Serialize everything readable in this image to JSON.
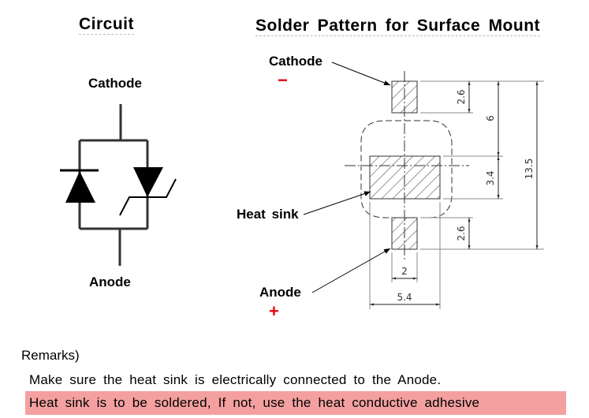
{
  "circuit": {
    "title": "Circuit",
    "cathode_label": "Cathode",
    "anode_label": "Anode"
  },
  "solder": {
    "title": "Solder Pattern for Surface Mount",
    "cathode_label": "Cathode",
    "cathode_mark": "−",
    "heatsink_label": "Heat sink",
    "anode_label": "Anode",
    "anode_mark": "+",
    "mark_color": "#e30613",
    "dimensions": {
      "pad_height_top": "2.6",
      "pitch": "6",
      "heatsink_height": "3.4",
      "overall": "13.5",
      "pad_height_bottom": "2.6",
      "pad_width": "2",
      "heatsink_width": "5.4"
    }
  },
  "remarks": {
    "heading": "Remarks)",
    "line1": "Make sure the heat sink is electrically connected to the Anode.",
    "line2": "Heat sink is to be soldered, If not, use the heat conductive adhesive",
    "highlight_color": "#f4a0a0"
  }
}
